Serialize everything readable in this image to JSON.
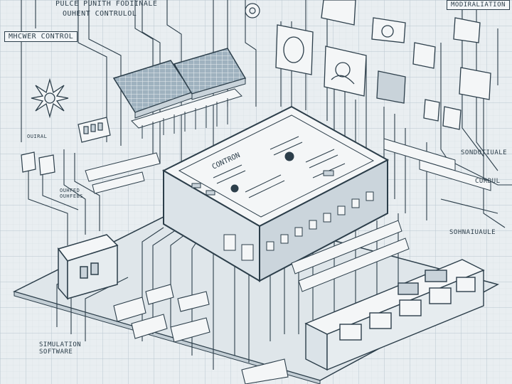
{
  "labels": {
    "top_left_1": "PULCE PUNITH FODIINALE",
    "top_left_2": "OUHENT CONTRULOL",
    "left_1": "MHCWER CONTROL",
    "top_right": "MODIRALIATION",
    "left_small_1": "OUIRAL",
    "left_small_2_line1": "OUHFED",
    "left_small_2_line2": "OUHFEBS",
    "right_1": "SONDOTIUALE",
    "right_2": "CURDUL",
    "right_3": "SOHNAIUAULE",
    "bottom_left_line1": "SIMULATION",
    "bottom_left_line2": "SOFTWARE",
    "main_unit": "CONTRON"
  },
  "colors": {
    "background": "#e9eef1",
    "grid": "#b9c6cf",
    "line": "#2c3e4a",
    "panel": "#f4f6f7",
    "panel_shade": "#c9d3da",
    "solar": "#8fa3b1"
  },
  "icons": [
    "sun-icon",
    "gear-icon"
  ]
}
